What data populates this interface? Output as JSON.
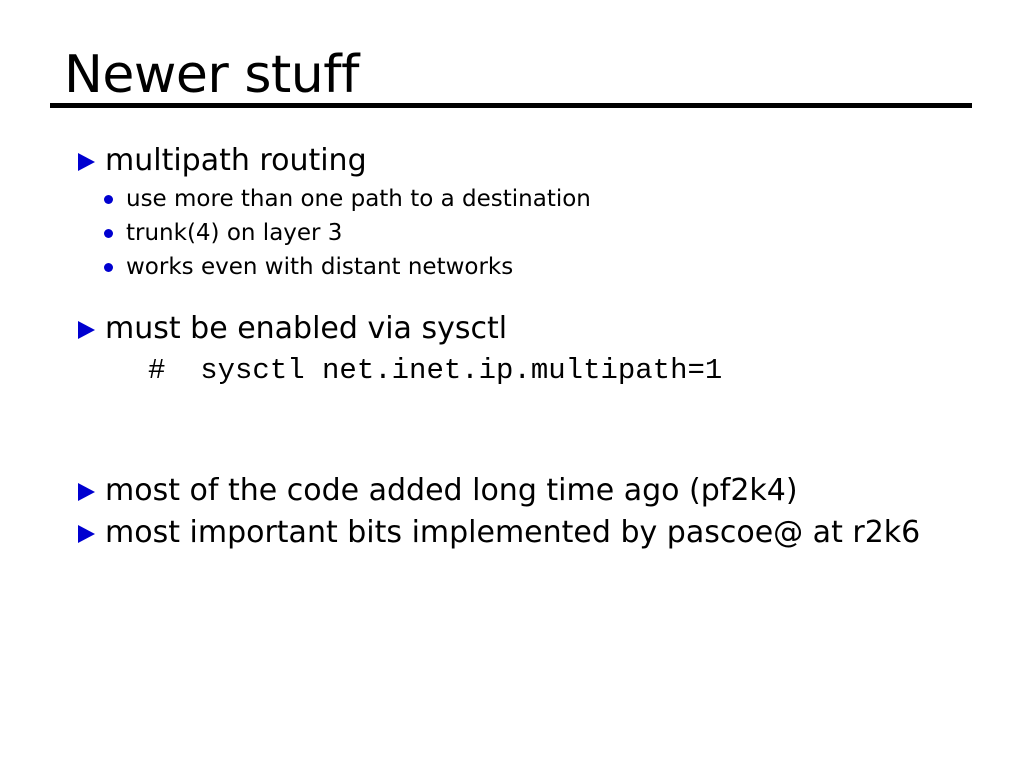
{
  "slide": {
    "title": "Newer stuff",
    "accent_color": "#0000d0",
    "text_color": "#000000",
    "background_color": "#ffffff",
    "rule_color": "#000000",
    "marker_l1": "blue-triangle-bullet",
    "marker_l2": "blue-round-bullet"
  },
  "content": {
    "section1": {
      "heading": "multipath routing",
      "subitems": [
        "use more than one path to a destination",
        "trunk(4) on layer 3",
        "works even with distant networks"
      ]
    },
    "section2": {
      "heading": "must be enabled via sysctl",
      "command": "#  sysctl net.inet.ip.multipath=1"
    },
    "section3": {
      "items": [
        "most of the code added long time ago (pf2k4)",
        "most important bits implemented by pascoe@ at r2k6"
      ]
    }
  }
}
